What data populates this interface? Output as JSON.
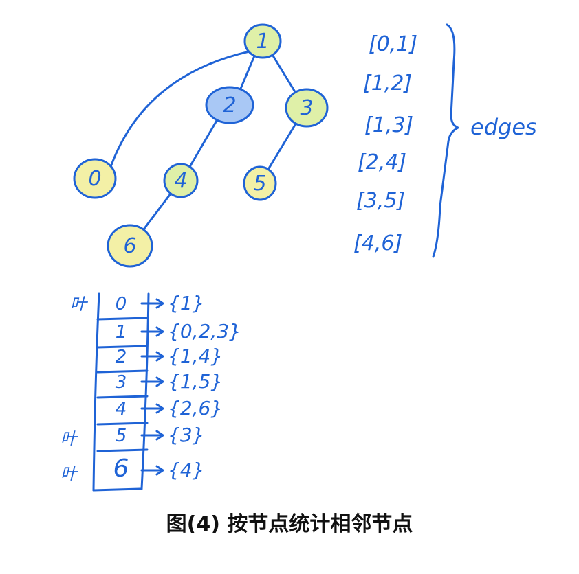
{
  "tree": {
    "nodes": [
      {
        "id": "1",
        "fill": "#dff0a8"
      },
      {
        "id": "2",
        "fill": "#a9c8f5"
      },
      {
        "id": "3",
        "fill": "#dff0a8"
      },
      {
        "id": "0",
        "fill": "#f3f0a6"
      },
      {
        "id": "4",
        "fill": "#dff0a8"
      },
      {
        "id": "5",
        "fill": "#f3f0a6"
      },
      {
        "id": "6",
        "fill": "#f3f0a6"
      }
    ],
    "links": [
      [
        "1",
        "0"
      ],
      [
        "1",
        "2"
      ],
      [
        "1",
        "3"
      ],
      [
        "2",
        "4"
      ],
      [
        "3",
        "5"
      ],
      [
        "4",
        "6"
      ]
    ]
  },
  "edges": {
    "label": "edges",
    "items": [
      "[0,1]",
      "[1,2]",
      "[1,3]",
      "[2,4]",
      "[3,5]",
      "[4,6]"
    ]
  },
  "adjacency": {
    "rows": [
      {
        "node": "0",
        "neighbors": "{1}",
        "tag": "叶"
      },
      {
        "node": "1",
        "neighbors": "{0,2,3}",
        "tag": ""
      },
      {
        "node": "2",
        "neighbors": "{1,4}",
        "tag": ""
      },
      {
        "node": "3",
        "neighbors": "{1,5}",
        "tag": ""
      },
      {
        "node": "4",
        "neighbors": "{2,6}",
        "tag": ""
      },
      {
        "node": "5",
        "neighbors": "{3}",
        "tag": "叶"
      },
      {
        "node": "6",
        "neighbors": "{4}",
        "tag": "叶"
      }
    ]
  },
  "caption": "图(4) 按节点统计相邻节点",
  "colors": {
    "ink": "#1f63d6",
    "leaf": "#f3f0a6",
    "green": "#dff0a8",
    "blue": "#a9c8f5"
  }
}
